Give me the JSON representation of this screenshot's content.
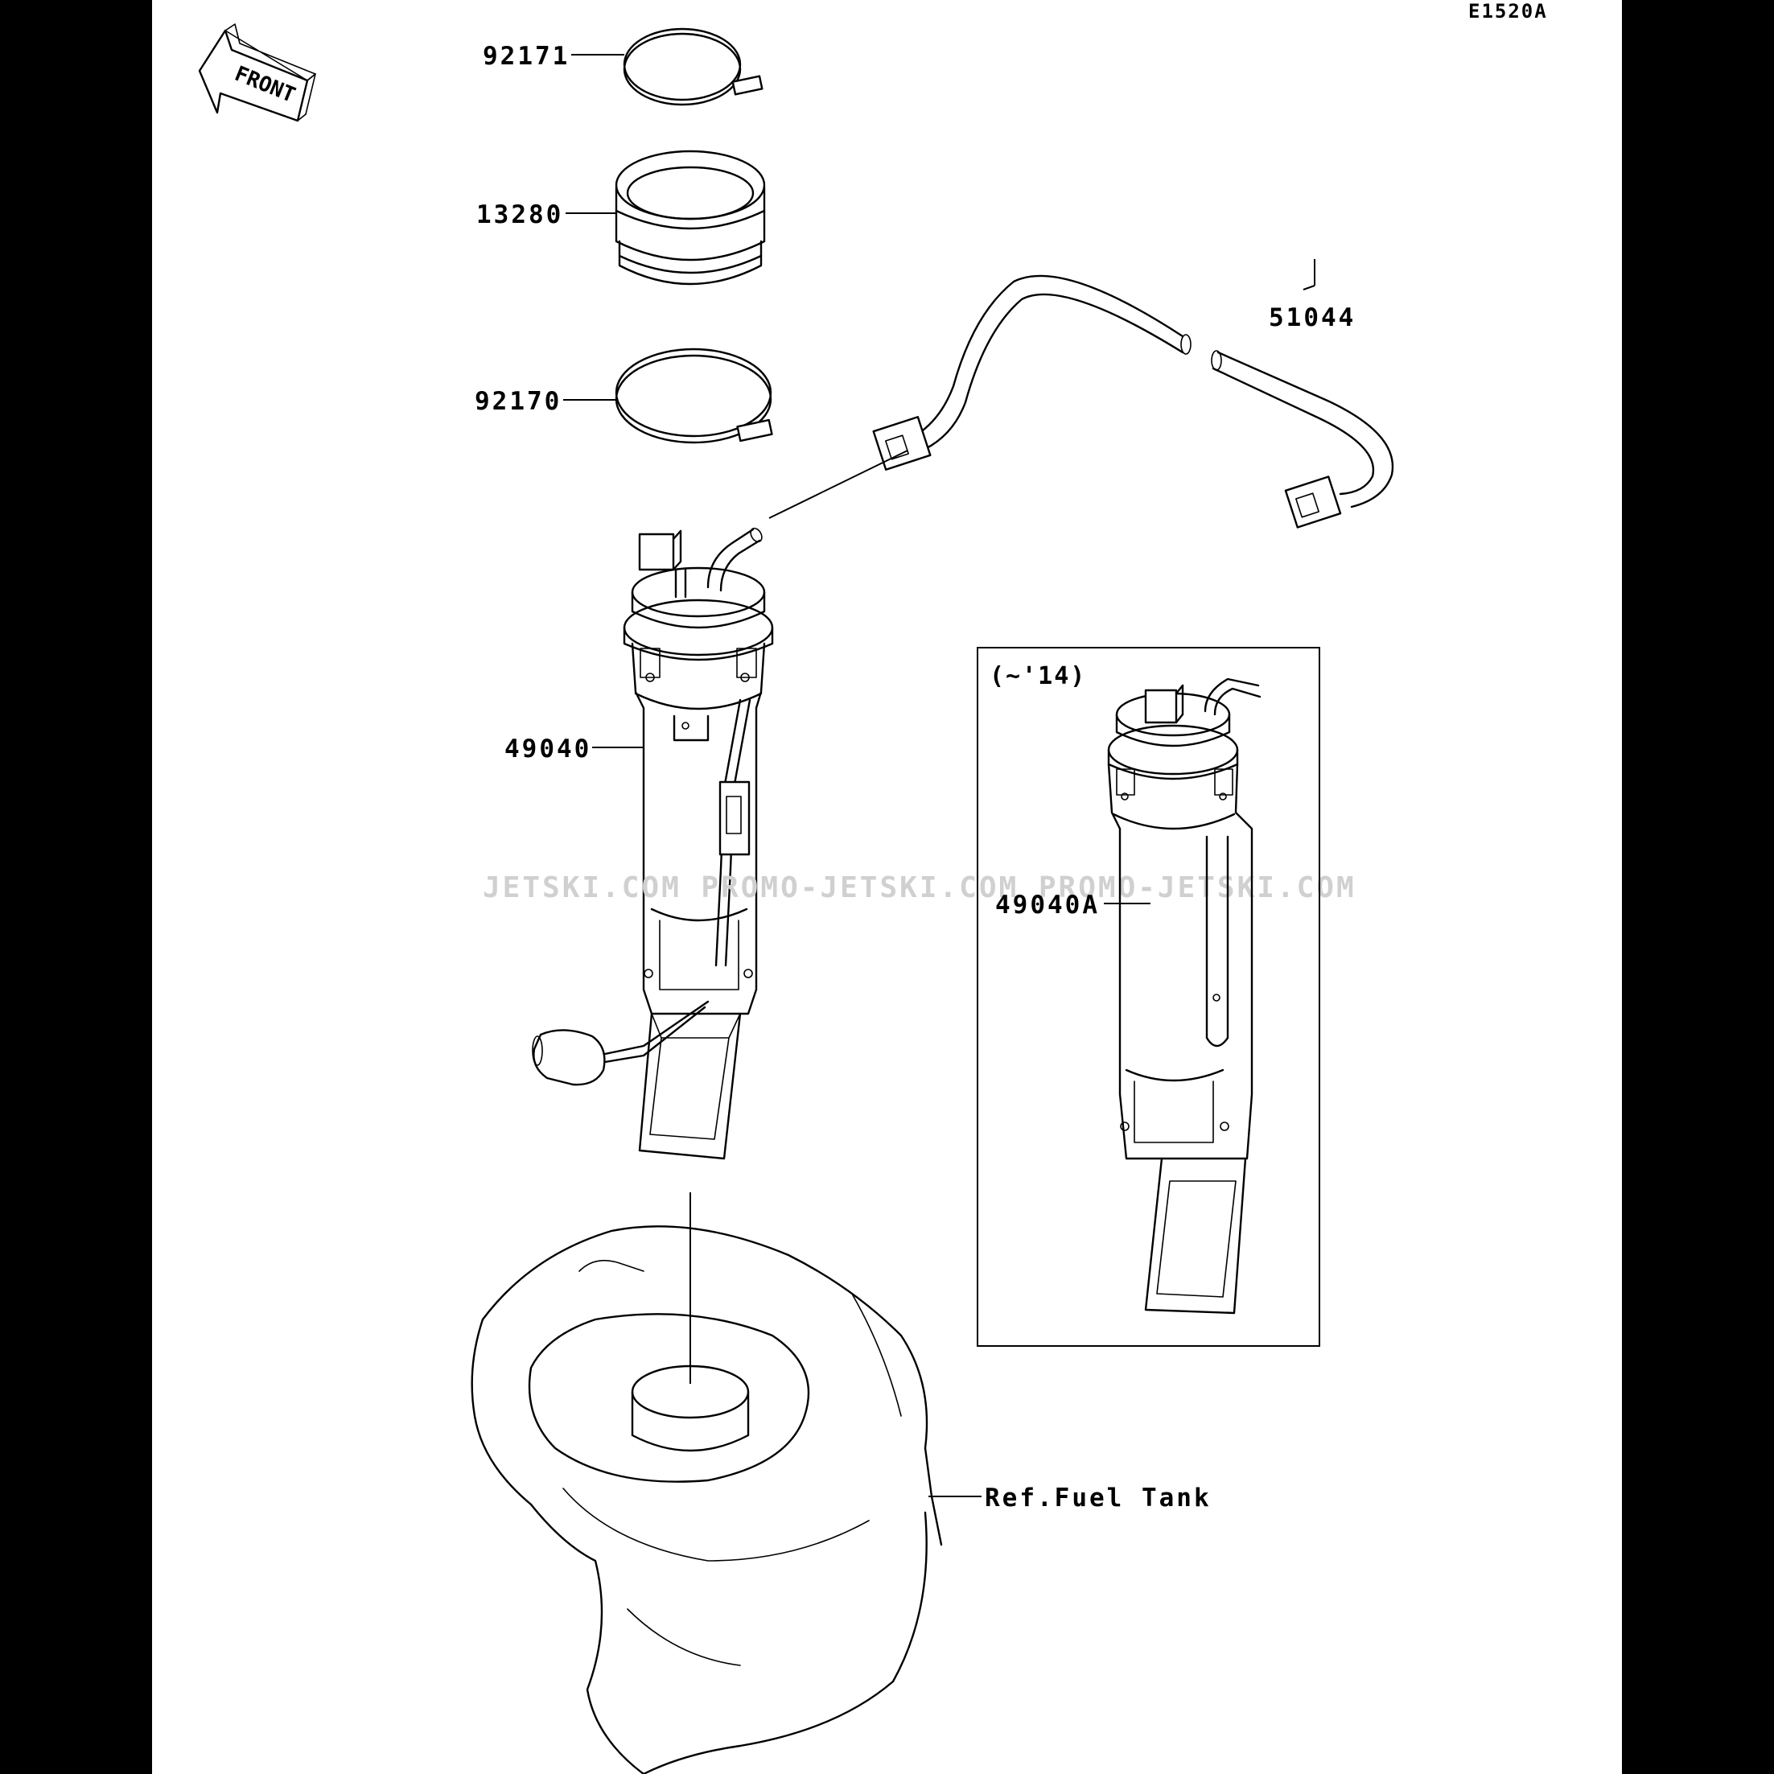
{
  "diagram": {
    "code": "E1520A",
    "front_label": "FRONT",
    "inset_note": "(~'14)",
    "watermark": "JETSKI.COM   PROMO-JETSKI.COM   PROMO-JETSKI.COM",
    "parts": [
      {
        "id": "92171",
        "label": "92171"
      },
      {
        "id": "13280",
        "label": "13280"
      },
      {
        "id": "92170",
        "label": "92170"
      },
      {
        "id": "51044",
        "label": "51044"
      },
      {
        "id": "49040",
        "label": "49040"
      },
      {
        "id": "49040A",
        "label": "49040A"
      }
    ],
    "reference": "Ref.Fuel  Tank"
  }
}
